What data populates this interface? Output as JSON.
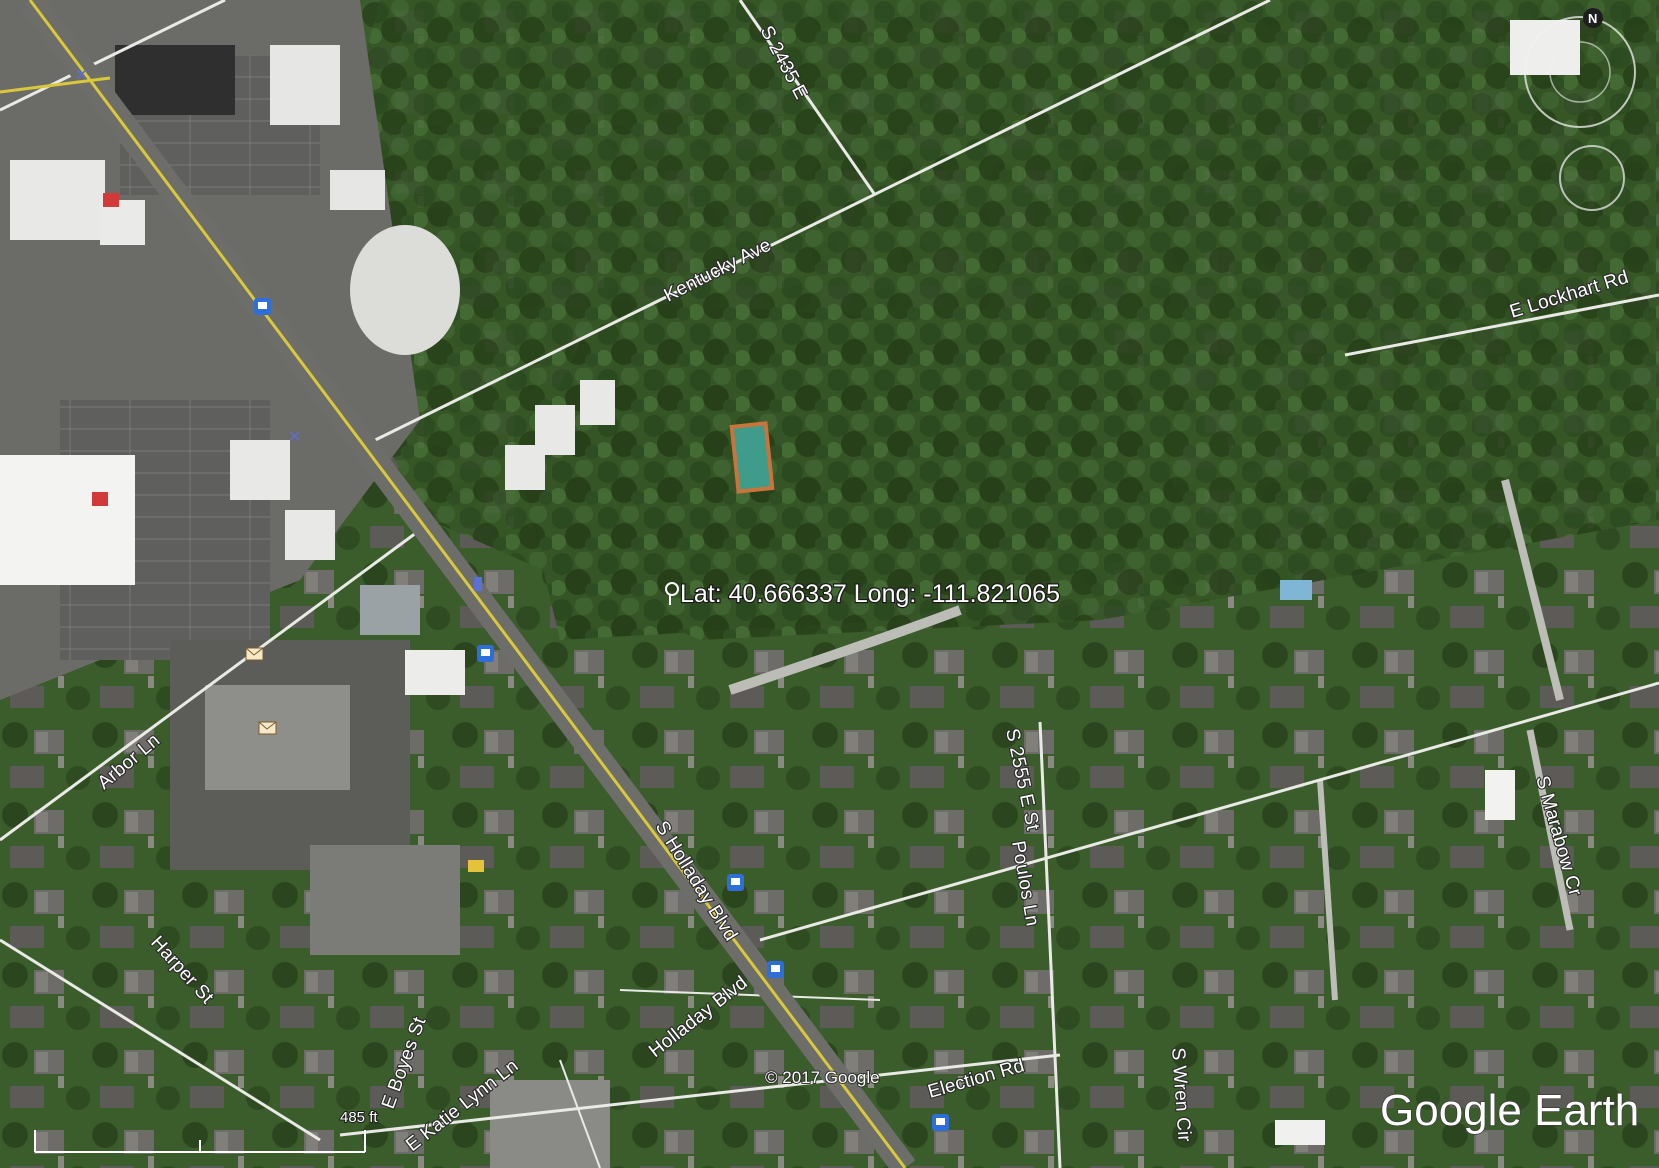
{
  "map": {
    "coordinates_label": "Lat: 40.666337  Long: -111.821065",
    "copyright": "© 2017 Google",
    "brand": "Google Earth",
    "scale_label": "485 ft",
    "compass_label": "N"
  },
  "roads": {
    "kentucky": "Kentucky Ave",
    "s2435e": "S 2435 E",
    "lockhart": "E Lockhart Rd",
    "arbor": "Arbor Ln",
    "holladay_s": "S Holladay Blvd",
    "holladay": "Holladay Blvd",
    "harper": "Harper St",
    "boyes": "E Boyes St",
    "katie": "E Katie Lynn Ln",
    "election": "Election Rd",
    "s2555e": "S 2555 E St",
    "poulos": "Poulos Ln",
    "marabow": "S Marabow Cr",
    "wren": "S Wren Cir"
  },
  "colors": {
    "road_yellow": "#d9c83a",
    "road_white": "#f2f2f2",
    "tree_dark": "#2f4a22",
    "grass": "#4e7a34",
    "roof": "#6a6a68"
  },
  "icons": [
    "bus-stop-icon",
    "restaurant-icon",
    "mail-icon",
    "shopping-icon",
    "landmark-icon",
    "school-icon"
  ]
}
